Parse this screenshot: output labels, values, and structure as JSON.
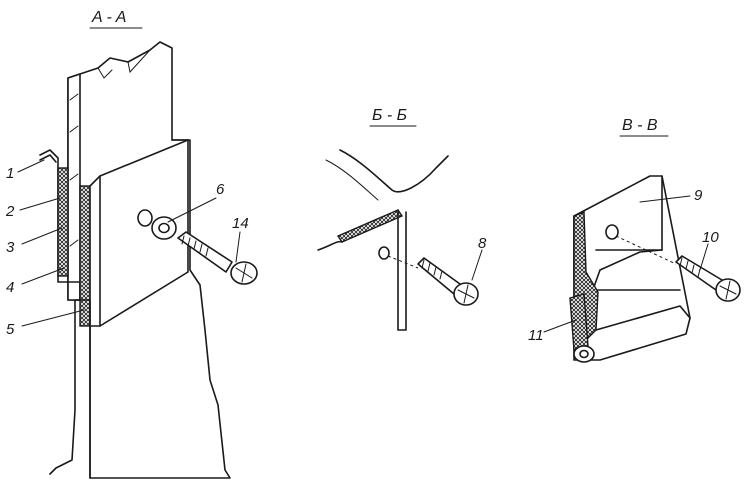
{
  "sections": {
    "aa": "A - A",
    "bb": "Б - Б",
    "vv": "В - В"
  },
  "callouts": {
    "c1": "1",
    "c2": "2",
    "c3": "3",
    "c4": "4",
    "c5": "5",
    "c6": "6",
    "c8": "8",
    "c9": "9",
    "c10": "10",
    "c11": "11",
    "c14": "14"
  }
}
